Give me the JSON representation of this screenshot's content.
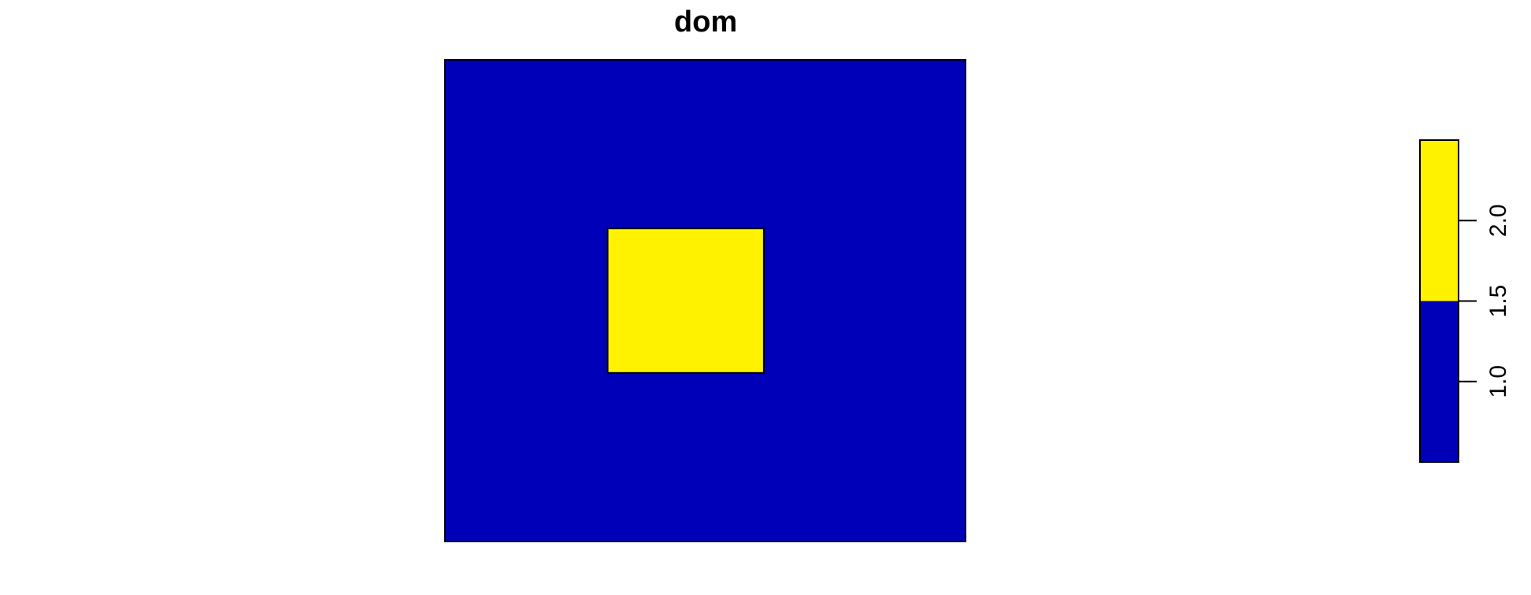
{
  "chart_data": {
    "type": "heatmap",
    "title": "dom",
    "xlabel": "",
    "ylabel": "",
    "axes_shown": false,
    "raster": {
      "background_value": 1,
      "patch_value": 2,
      "patch_extent": {
        "x": [
          0.3125,
          0.6125
        ],
        "y": [
          0.35,
          0.65
        ]
      }
    },
    "legend": {
      "type": "colorbar",
      "placement": "right",
      "range": [
        0.5,
        2.5
      ],
      "breaks": [
        0.5,
        1.5,
        2.5
      ],
      "colors": [
        "#0000B8",
        "#FFF200"
      ],
      "ticks": [
        1.0,
        1.5,
        2.0
      ],
      "tick_labels": [
        "1.0",
        "1.5",
        "2.0"
      ]
    }
  }
}
